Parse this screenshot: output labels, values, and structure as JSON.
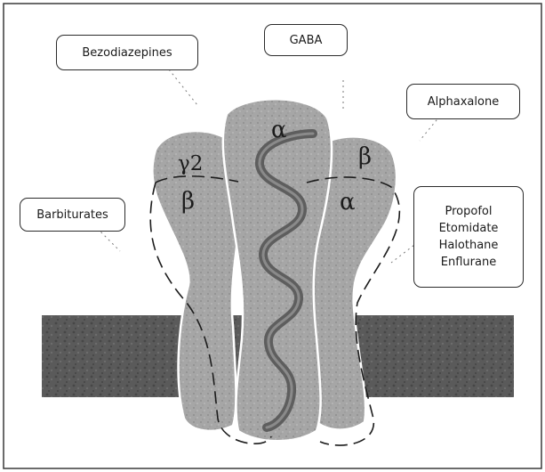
{
  "labels": {
    "benzodiazepines": "Bezodiazepines",
    "gaba": "GABA",
    "alphaxalone": "Alphaxalone",
    "barbiturates": "Barbiturates",
    "anesthetics": [
      "Propofol",
      "Etomidate",
      "Halothane",
      "Enflurane"
    ]
  },
  "subunits": {
    "center": "α",
    "left_top": "γ2",
    "left_bottom": "β",
    "right_top": "β",
    "right_bottom": "α"
  },
  "colors": {
    "subunit_fill": "#a9a9a9",
    "membrane": "#5a5a5a",
    "helix": "#6b6b6b",
    "outline": "#2b2b2b"
  }
}
